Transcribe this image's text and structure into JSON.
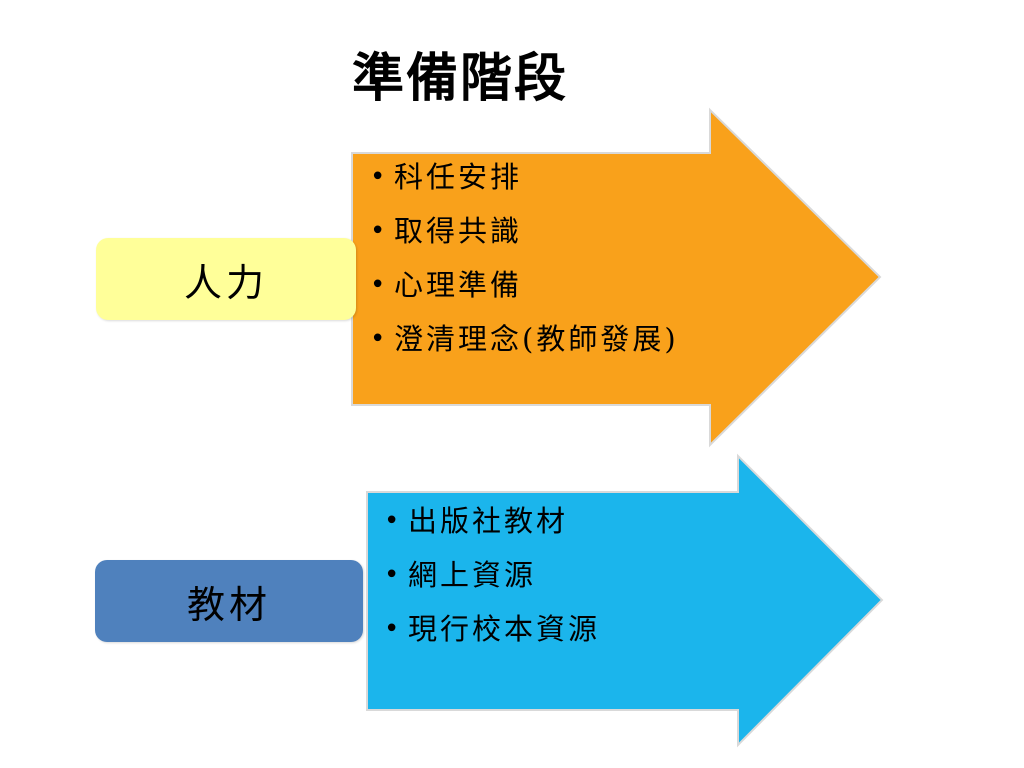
{
  "title": "準備階段",
  "sections": [
    {
      "label": "人力",
      "items": [
        "科任安排",
        "取得共識",
        "心理準備",
        "澄清理念(教師發展)"
      ]
    },
    {
      "label": "教材",
      "items": [
        "出版社教材",
        "網上資源",
        "現行校本資源"
      ]
    }
  ],
  "colors": {
    "people_label": "#FFFF99",
    "people_arrow": "#F9A11B",
    "materials_label": "#4F81BD",
    "materials_arrow": "#1BB5EC"
  }
}
